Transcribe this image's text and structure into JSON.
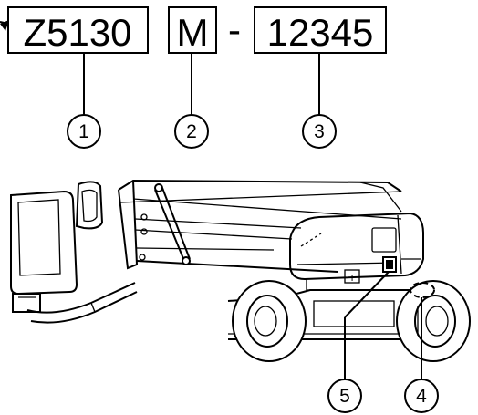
{
  "serial_code": {
    "model": "Z5130",
    "plant": "M",
    "separator": "-",
    "sequence": "12345"
  },
  "callouts": [
    "1",
    "2",
    "3",
    "4",
    "5"
  ],
  "plate_label": "T"
}
